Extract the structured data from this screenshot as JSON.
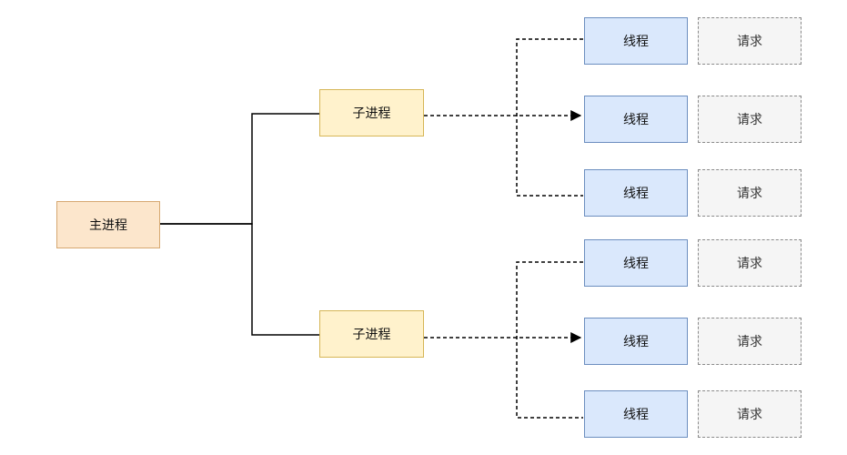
{
  "main_process": {
    "label": "主进程"
  },
  "children": [
    {
      "label": "子进程",
      "threads": [
        {
          "label": "线程",
          "request": "请求"
        },
        {
          "label": "线程",
          "request": "请求"
        },
        {
          "label": "线程",
          "request": "请求"
        }
      ]
    },
    {
      "label": "子进程",
      "threads": [
        {
          "label": "线程",
          "request": "请求"
        },
        {
          "label": "线程",
          "request": "请求"
        },
        {
          "label": "线程",
          "request": "请求"
        }
      ]
    }
  ],
  "colors": {
    "main_fill": "#fce6cc",
    "child_fill": "#fff2cc",
    "thread_fill": "#dae8fc",
    "request_fill": "#f5f5f5"
  }
}
